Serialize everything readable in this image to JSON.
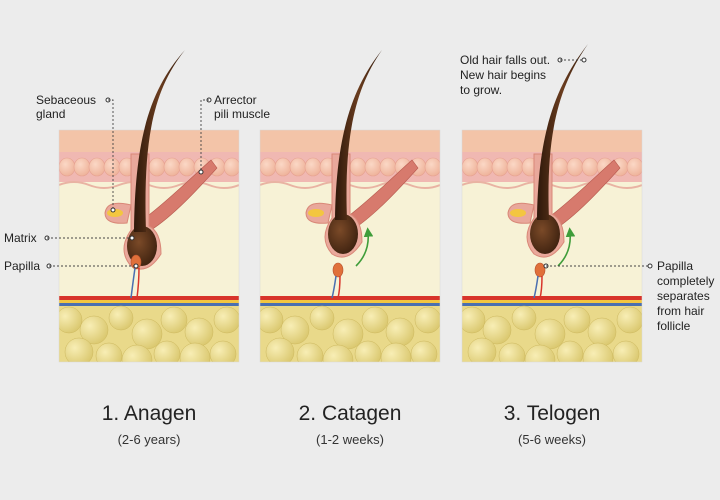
{
  "stages": [
    {
      "title": "1. Anagen",
      "duration": "(2-6 years)"
    },
    {
      "title": "2. Catagen",
      "duration": "(1-2 weeks)"
    },
    {
      "title": "3. Telogen",
      "duration": "(5-6 weeks)"
    }
  ],
  "labels": {
    "sebaceous_gland": [
      "Sebaceous",
      "gland"
    ],
    "arrector_pili": [
      "Arrector",
      "pili muscle"
    ],
    "matrix": "Matrix",
    "papilla": "Papilla",
    "old_hair": [
      "Old hair falls out.",
      "New hair begins",
      "to grow."
    ],
    "papilla_separates": [
      "Papilla",
      "completely",
      "separates",
      "from hair",
      "follicle"
    ]
  },
  "colors": {
    "background": "#ececec",
    "epidermis": "#f3c4a8",
    "dermis_upper": "#f0b8b2",
    "dermis": "#f7f2d6",
    "fat": "#e9d98a",
    "hair": "#4a2a15",
    "follicle": "#e9a89b",
    "gland": "#f3c640",
    "muscle": "#d77a6d",
    "artery": "#d8342a",
    "vein": "#4a6fb0",
    "growth_arrow": "#3f9d3a"
  }
}
